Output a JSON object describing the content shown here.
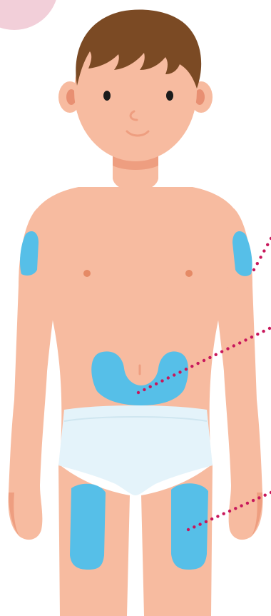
{
  "figure": {
    "colors": {
      "background": "#ffffff",
      "skin": "#F7BBA0",
      "skin_shadow": "#EE9E80",
      "ear_inner": "#E88F72",
      "hair": "#7B4A24",
      "eyes": "#1B1B1B",
      "nipples": "#E58A66",
      "underwear": "#E4F3FA",
      "underwear_line": "#CFE6F0",
      "injection_site": "#56BFE8",
      "callout_dots": "#C8175B",
      "corner_circle": "#F2CFD9"
    },
    "icons": {
      "corner": "pink-circle-icon",
      "pointer": "dotted-leader-line"
    },
    "injection_sites": [
      "upper-arm-right",
      "upper-arm-left",
      "abdomen",
      "thigh-right",
      "thigh-left"
    ],
    "callouts": [
      "upper-arm-left",
      "abdomen",
      "thigh-left"
    ]
  }
}
